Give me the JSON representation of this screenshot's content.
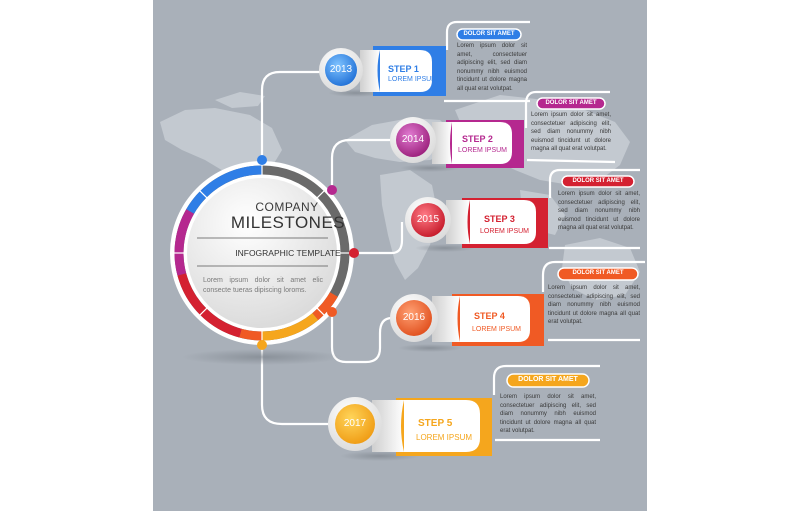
{
  "colors": {
    "background": "#a9b0b9",
    "map": "#c2c8cf",
    "blue": "#2f7ee6",
    "magenta": "#b5288f",
    "red": "#d42131",
    "orange": "#f05a24",
    "amber": "#f5a61d",
    "gray": "#6f6f6f"
  },
  "title": {
    "company": "COMPANY",
    "milestones": "MILESTONES",
    "subtitle": "INFOGRAPHIC TEMPLATE",
    "body": "Lorem ipsum dolor sit amet elic consecte tueras dipiscing loroms."
  },
  "steps": [
    {
      "year": "2013",
      "label": "STEP 1",
      "sub": "LOREM IPSUM",
      "badge": "DOLOR SIT AMET",
      "text": "Lorem ipsum dolor sit amet, consectetuer adipiscing elit, sed diam nonummy nibh euismod tincidunt ut dolore magna all quat erat volutpat.",
      "color": "blue"
    },
    {
      "year": "2014",
      "label": "STEP 2",
      "sub": "LOREM IPSUM",
      "badge": "DOLOR SIT AMET",
      "text": "Lorem ipsum dolor sit amet, consectetuer adipiscing elit, sed diam nonummy nibh euismod tincidunt ut dolore magna all quat erat volutpat.",
      "color": "magenta"
    },
    {
      "year": "2015",
      "label": "STEP 3",
      "sub": "LOREM IPSUM",
      "badge": "DOLOR SIT AMET",
      "text": "Lorem ipsum dolor sit amet, consectetuer adipiscing elit, sed diam nonummy nibh euismod tincidunt ut dolore magna all quat erat volutpat.",
      "color": "red"
    },
    {
      "year": "2016",
      "label": "STEP 4",
      "sub": "LOREM IPSUM",
      "badge": "DOLOR SIT AMET",
      "text": "Lorem ipsum dolor sit amet, consectetuer adipiscing elit, sed diam nonummy nibh euismod tincidunt ut dolore magna all quat erat volutpat.",
      "color": "orange"
    },
    {
      "year": "2017",
      "label": "STEP 5",
      "sub": "LOREM IPSUM",
      "badge": "DOLOR SIT AMET",
      "text": "Lorem ipsum dolor sit amet, consectetuer adipiscing elit, sed diam nonummy nibh euismod tincidunt ut dolore magna all quat erat volutpat.",
      "color": "amber"
    }
  ]
}
